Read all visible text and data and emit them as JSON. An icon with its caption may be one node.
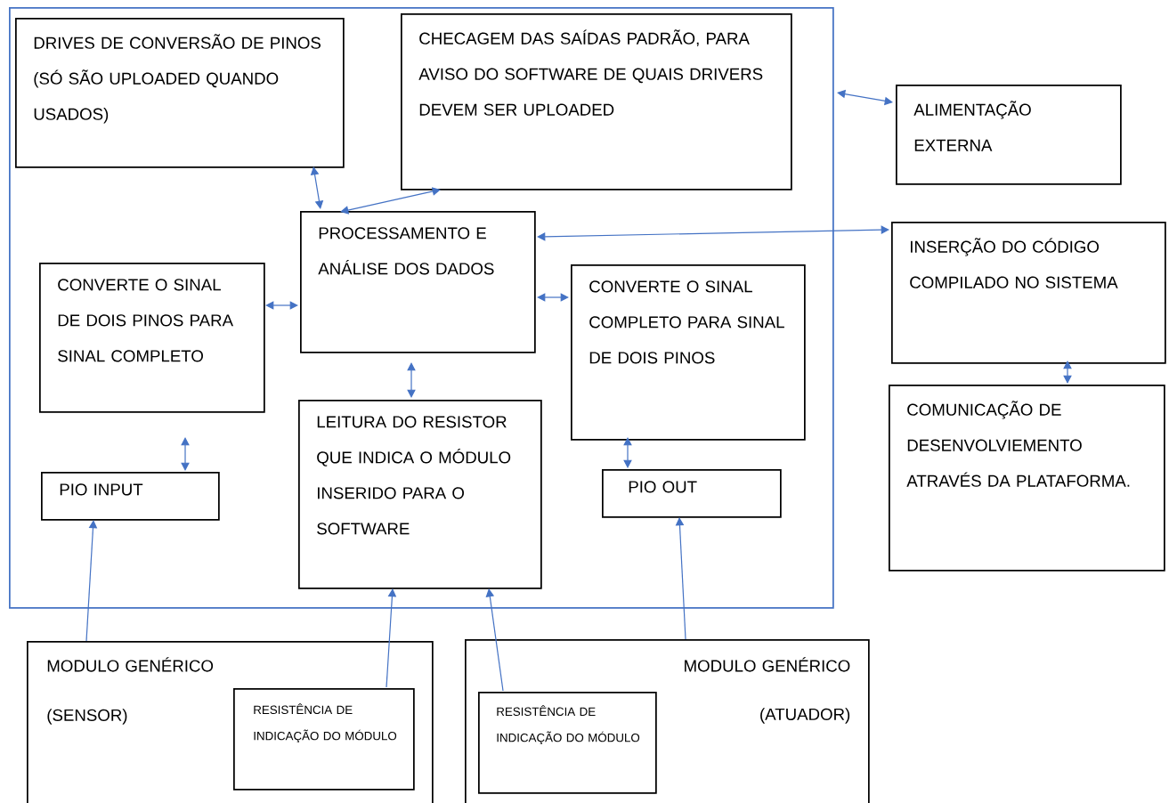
{
  "diagram": {
    "nodes": [
      {
        "text": [],
        "shape": "box"
      },
      {
        "text": [
          "DRIVES DE CONVERSÃO DE PINOS (SÓ SÃO UPLOADED QUANDO USADOS)"
        ],
        "in": 0
      },
      {
        "text": [
          "CHECAGEM DAS SAÍDAS PADRÃO, PARA AVISO DO SOFTWARE DE QUAIS DRIVERS DEVEM SER UPLOADED"
        ],
        "in": 0
      },
      {
        "text": [
          "ALIMENTAÇÃO EXTERNA"
        ]
      },
      {
        "text": [
          "PROCESSAMENTO E ANÁLISE DOS DADOS"
        ],
        "in": 0
      },
      {
        "text": [
          "CONVERTE O SINAL DE DOIS PINOS PARA SINAL COMPLETO"
        ],
        "in": 0
      },
      {
        "text": [
          "CONVERTE O SINAL COMPLETO PARA SINAL DE DOIS PINOS"
        ],
        "in": 0
      },
      {
        "text": [
          "INSERÇÃO DO CÓDIGO COMPILADO NO SISTEMA"
        ]
      },
      {
        "text": [
          "LEITURA DO RESISTOR QUE INDICA O MÓDULO INSERIDO PARA O SOFTWARE"
        ],
        "in": 0
      },
      {
        "text": [
          "PIO INPUT"
        ],
        "in": 0
      },
      {
        "text": [
          "PIO OUT"
        ],
        "in": 0
      },
      {
        "text": [
          "COMUNICAÇÃO DE DESENVOLVIEMENTO ATRAVÉS DA PLATAFORMA."
        ]
      },
      {
        "text": [
          "MODULO GENÉRICO",
          "(SENSOR)"
        ]
      },
      {
        "text": [
          "RESISTÊNCIA DE INDICAÇÃO DO MÓDULO"
        ],
        "in": 12
      },
      {
        "text": [
          "MODULO GENÉRICO",
          "(ATUADOR)"
        ]
      },
      {
        "text": [
          "RESISTÊNCIA DE INDICAÇÃO DO MÓDULO"
        ],
        "in": 14
      }
    ],
    "edges": [
      {
        "from": 1,
        "to": 4,
        "arrow": "both"
      },
      {
        "from": 2,
        "to": 4,
        "arrow": "both"
      },
      {
        "from": 0,
        "to": 3,
        "arrow": "both"
      },
      {
        "from": 4,
        "to": 7,
        "arrow": "both"
      },
      {
        "from": 5,
        "to": 4,
        "arrow": "both"
      },
      {
        "from": 4,
        "to": 6,
        "arrow": "both"
      },
      {
        "from": 4,
        "to": 8,
        "arrow": "both"
      },
      {
        "from": 5,
        "to": 9,
        "arrow": "both"
      },
      {
        "from": 6,
        "to": 10,
        "arrow": "both"
      },
      {
        "from": 7,
        "to": 11,
        "arrow": "both"
      },
      {
        "from": 12,
        "to": 9,
        "arrow": "to"
      },
      {
        "from": 13,
        "to": 8,
        "arrow": "to"
      },
      {
        "from": 15,
        "to": 8,
        "arrow": "to"
      },
      {
        "from": 14,
        "to": 10,
        "arrow": "to"
      }
    ]
  }
}
